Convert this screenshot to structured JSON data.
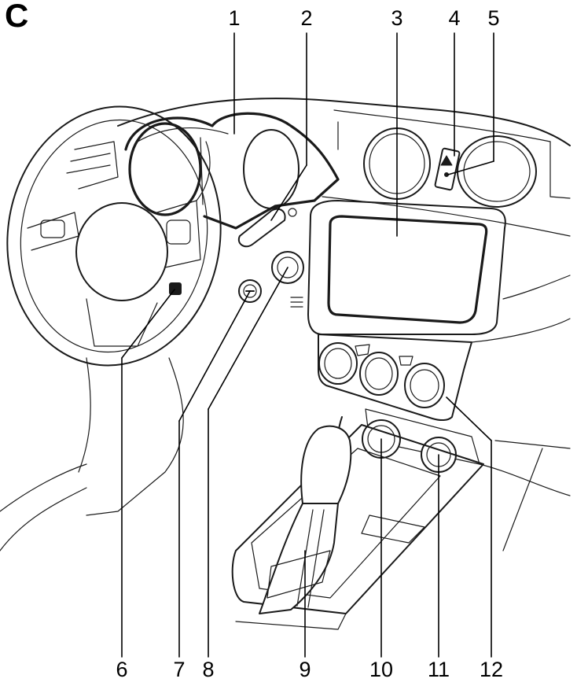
{
  "figure": {
    "heading": "C",
    "callouts": [
      "1",
      "2",
      "3",
      "4",
      "5",
      "6",
      "7",
      "8",
      "9",
      "10",
      "11",
      "12"
    ]
  }
}
